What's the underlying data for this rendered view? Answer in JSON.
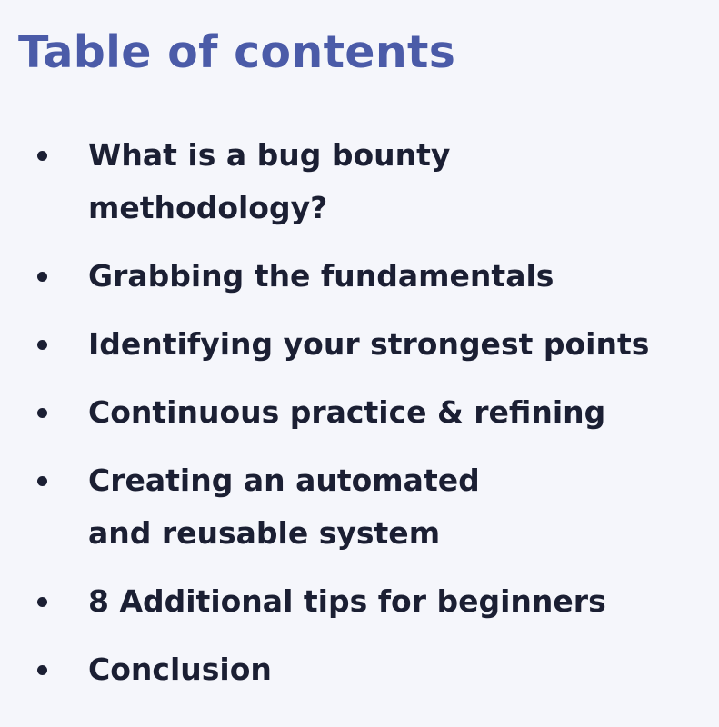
{
  "toc": {
    "title": "Table of contents",
    "items": [
      "What is a bug bounty methodology?",
      "Grabbing the fundamentals",
      "Identifying your strongest points",
      "Continuous practice & refining",
      "Creating an automated and reusable system",
      "8 Additional tips for beginners",
      "Conclusion"
    ]
  },
  "colors": {
    "background": "#f5f6fb",
    "title": "#4b5ba8",
    "text": "#1b1f33"
  }
}
